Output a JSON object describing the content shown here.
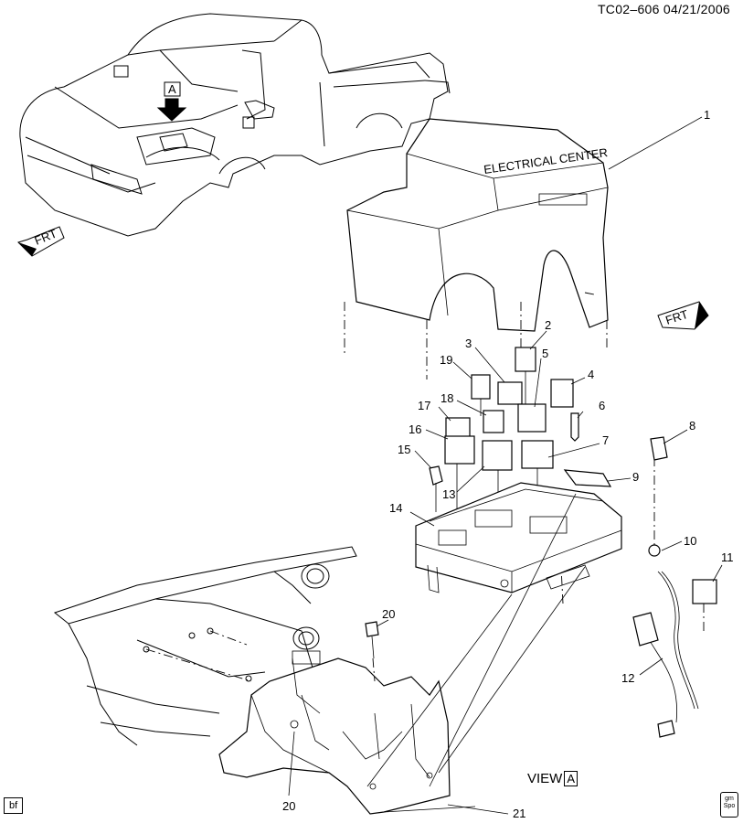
{
  "header": {
    "code": "TC02–606  04/21/2006"
  },
  "view_label": {
    "text": "VIEW",
    "letter": "A"
  },
  "arrow_label": "A",
  "frt_label_left": "FRT",
  "frt_label_right": "FRT",
  "cover_text": "ELECTRICAL CENTER",
  "footer": {
    "bf": "bf",
    "gm_logo": "gm\nSpo"
  },
  "callouts": [
    "1",
    "2",
    "3",
    "4",
    "5",
    "6",
    "7",
    "8",
    "9",
    "10",
    "11",
    "12",
    "13",
    "14",
    "15",
    "16",
    "17",
    "18",
    "19",
    "20",
    "20",
    "21"
  ]
}
